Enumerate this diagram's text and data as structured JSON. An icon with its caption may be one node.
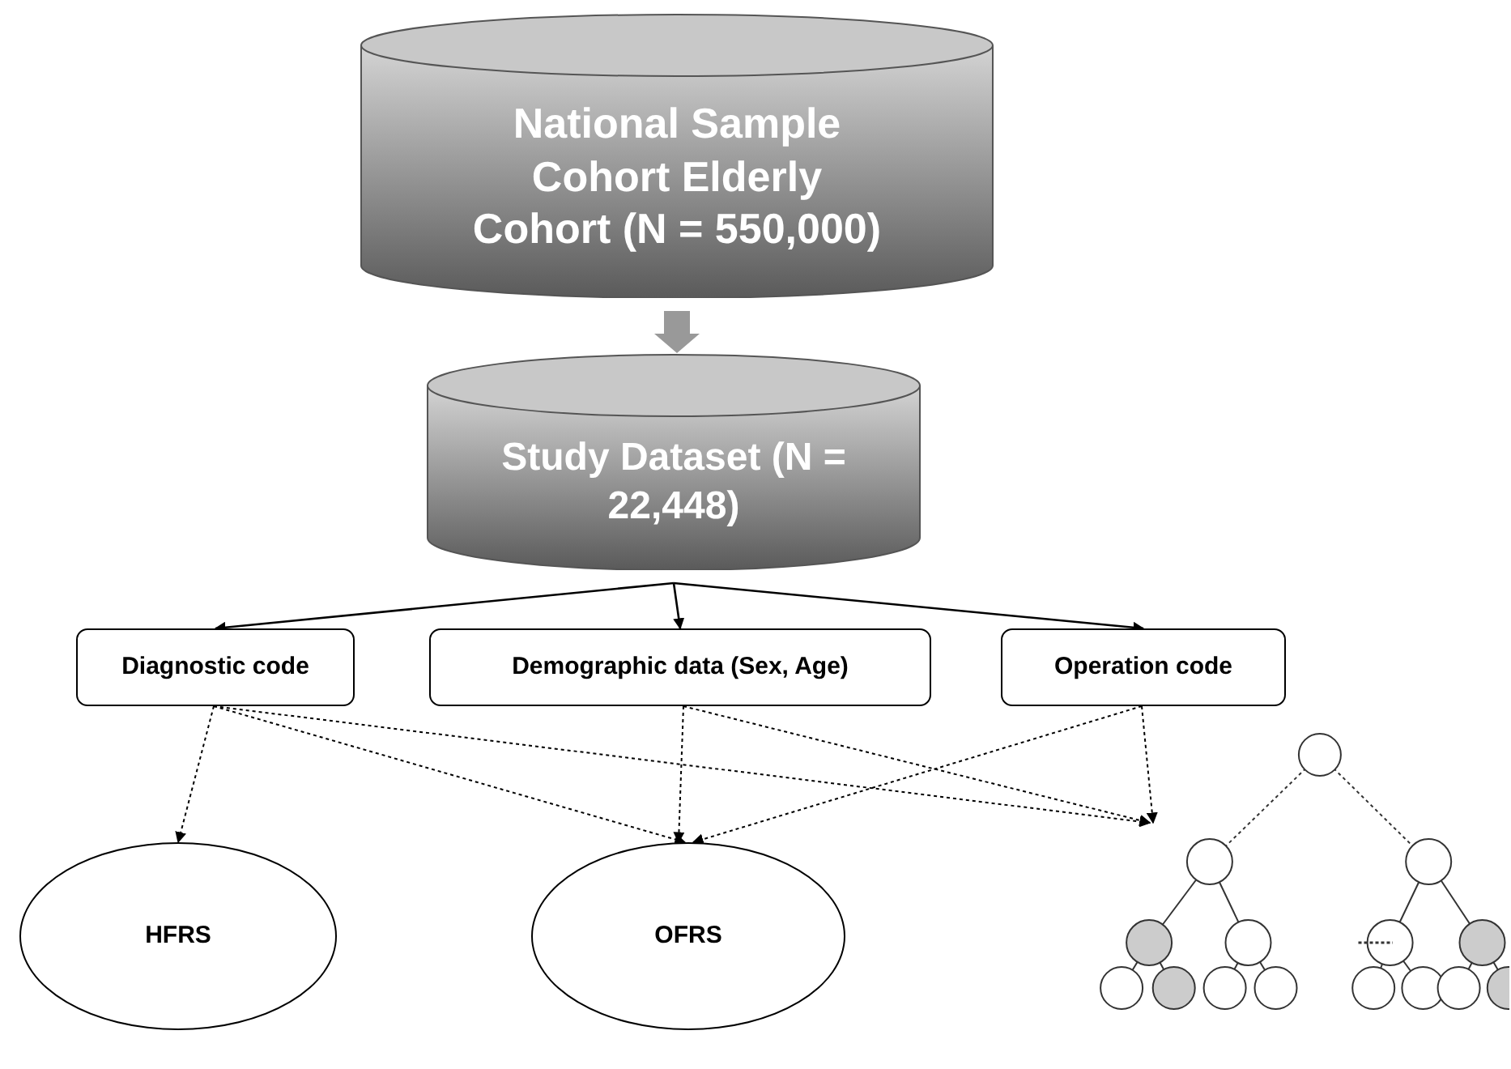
{
  "diagram": {
    "nodes": [
      {
        "text": [
          "National Sample Cohort Elderly Cohort (N = 550,000)"
        ]
      },
      {
        "text": [
          "Study Dataset (N = 22,448)"
        ]
      },
      {
        "text": [
          "Diagnostic code"
        ]
      },
      {
        "text": [
          "Demographic data (Sex, Age)"
        ]
      },
      {
        "text": [
          "Operation code"
        ]
      },
      {
        "text": [
          "HFRS"
        ]
      },
      {
        "text": [
          "OFRS"
        ]
      },
      {
        "text": [],
        "shape": "tree"
      }
    ],
    "edges": [
      {
        "from": 0,
        "to": 1,
        "arrow": "to",
        "style": "thick",
        "color": "#999999"
      },
      {
        "from": 1,
        "to": 2,
        "arrow": "to"
      },
      {
        "from": 1,
        "to": 3,
        "arrow": "to"
      },
      {
        "from": 1,
        "to": 4,
        "arrow": "to"
      },
      {
        "from": 2,
        "to": 5,
        "arrow": "to",
        "style": "dashed"
      },
      {
        "from": 2,
        "to": 6,
        "arrow": "to",
        "style": "dashed"
      },
      {
        "from": 2,
        "to": 7,
        "arrow": "to",
        "style": "dashed"
      },
      {
        "from": 3,
        "to": 6,
        "arrow": "to",
        "style": "dashed"
      },
      {
        "from": 3,
        "to": 7,
        "arrow": "to",
        "style": "dashed"
      },
      {
        "from": 4,
        "to": 6,
        "arrow": "to",
        "style": "dashed"
      },
      {
        "from": 4,
        "to": 7,
        "arrow": "to",
        "style": "dashed"
      }
    ]
  }
}
